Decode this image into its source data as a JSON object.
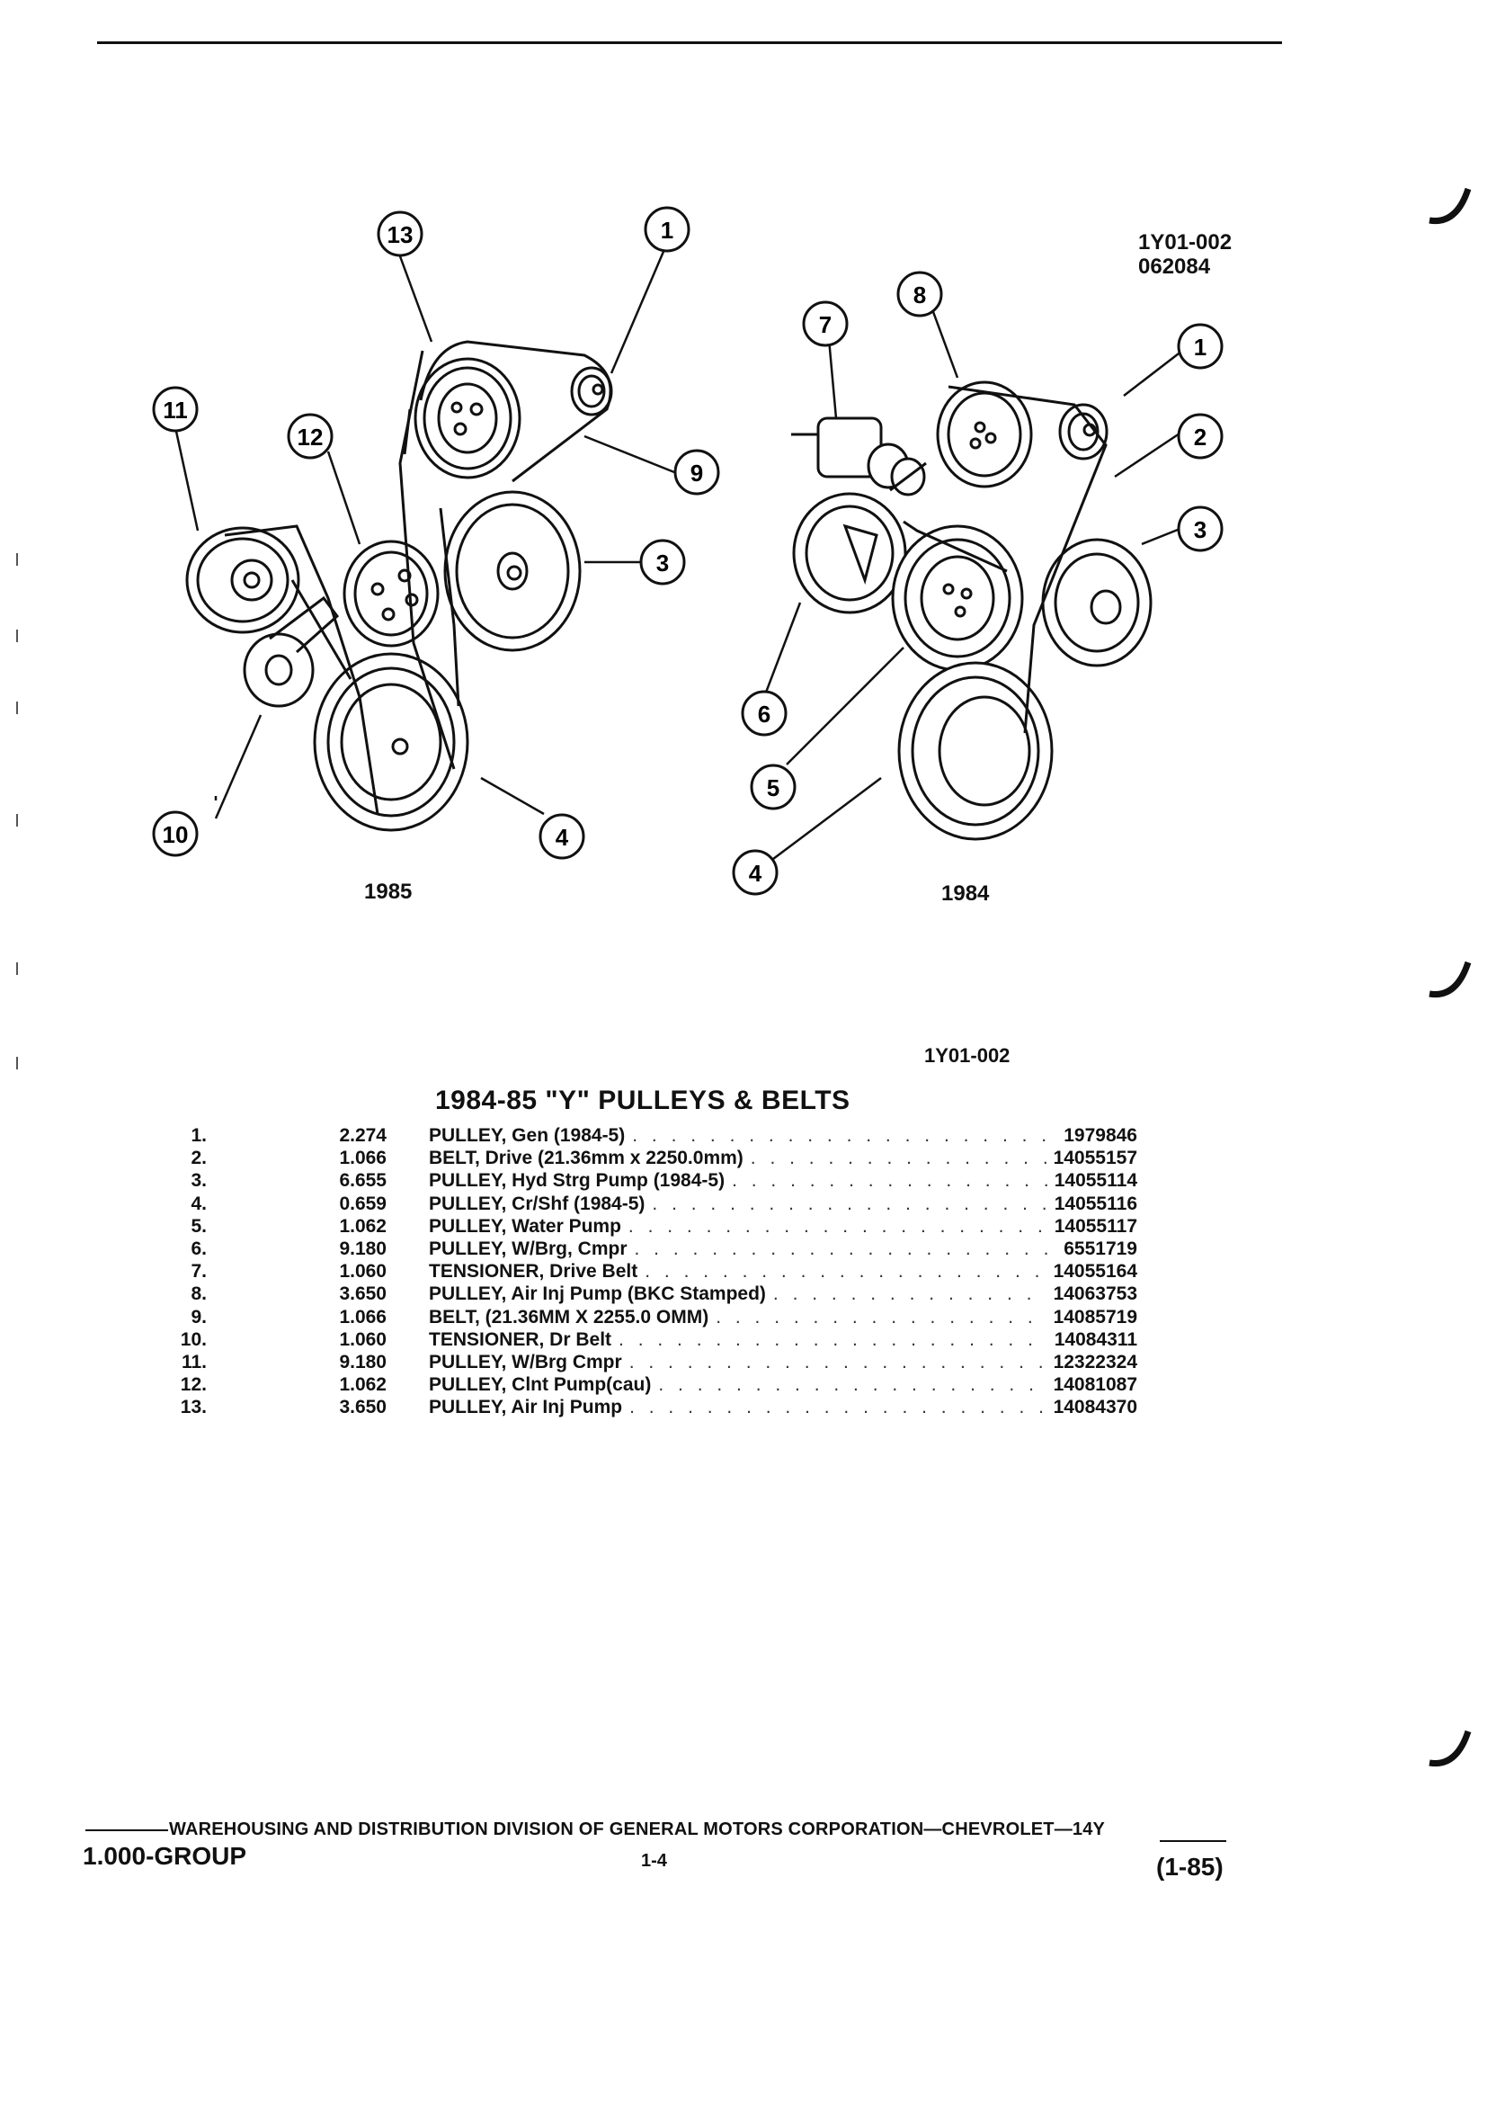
{
  "drawing_id": {
    "line1": "1Y01-002",
    "line2": "062084"
  },
  "diagram_left": {
    "year": "1985",
    "callouts": [
      "13",
      "1",
      "11",
      "12",
      "9",
      "3",
      "10",
      "4"
    ]
  },
  "diagram_right": {
    "year": "1984",
    "callouts": [
      "7",
      "8",
      "1",
      "2",
      "3",
      "6",
      "5",
      "4"
    ]
  },
  "ref_label": "1Y01-002",
  "section_title": "1984-85 \"Y\" PULLEYS & BELTS",
  "parts": [
    {
      "no": "1.",
      "qty": "2.274",
      "desc": "PULLEY, Gen (1984-5)",
      "pn": "1979846"
    },
    {
      "no": "2.",
      "qty": "1.066",
      "desc": "BELT, Drive (21.36mm x 2250.0mm)",
      "pn": "14055157"
    },
    {
      "no": "3.",
      "qty": "6.655",
      "desc": "PULLEY, Hyd Strg Pump (1984-5)",
      "pn": "14055114"
    },
    {
      "no": "4.",
      "qty": "0.659",
      "desc": "PULLEY, Cr/Shf (1984-5)",
      "pn": "14055116"
    },
    {
      "no": "5.",
      "qty": "1.062",
      "desc": "PULLEY, Water Pump",
      "pn": "14055117"
    },
    {
      "no": "6.",
      "qty": "9.180",
      "desc": "PULLEY, W/Brg, Cmpr",
      "pn": "6551719"
    },
    {
      "no": "7.",
      "qty": "1.060",
      "desc": "TENSIONER, Drive Belt",
      "pn": "14055164"
    },
    {
      "no": "8.",
      "qty": "3.650",
      "desc": "PULLEY, Air Inj Pump (BKC Stamped)",
      "pn": "14063753"
    },
    {
      "no": "9.",
      "qty": "1.066",
      "desc": "BELT, (21.36MM X 2255.0 OMM)",
      "pn": "14085719"
    },
    {
      "no": "10.",
      "qty": "1.060",
      "desc": "TENSIONER, Dr Belt",
      "pn": "14084311"
    },
    {
      "no": "11.",
      "qty": "9.180",
      "desc": "PULLEY, W/Brg Cmpr",
      "pn": "12322324"
    },
    {
      "no": "12.",
      "qty": "1.062",
      "desc": "PULLEY, Clnt Pump(cau)",
      "pn": "14081087"
    },
    {
      "no": "13.",
      "qty": "3.650",
      "desc": "PULLEY, Air Inj Pump",
      "pn": "14084370"
    }
  ],
  "footer": {
    "division": "WAREHOUSING AND DISTRIBUTION DIVISION OF GENERAL MOTORS CORPORATION—CHEVROLET—14Y",
    "group": "1.000-GROUP",
    "page": "1-4",
    "date": "(1-85)"
  }
}
